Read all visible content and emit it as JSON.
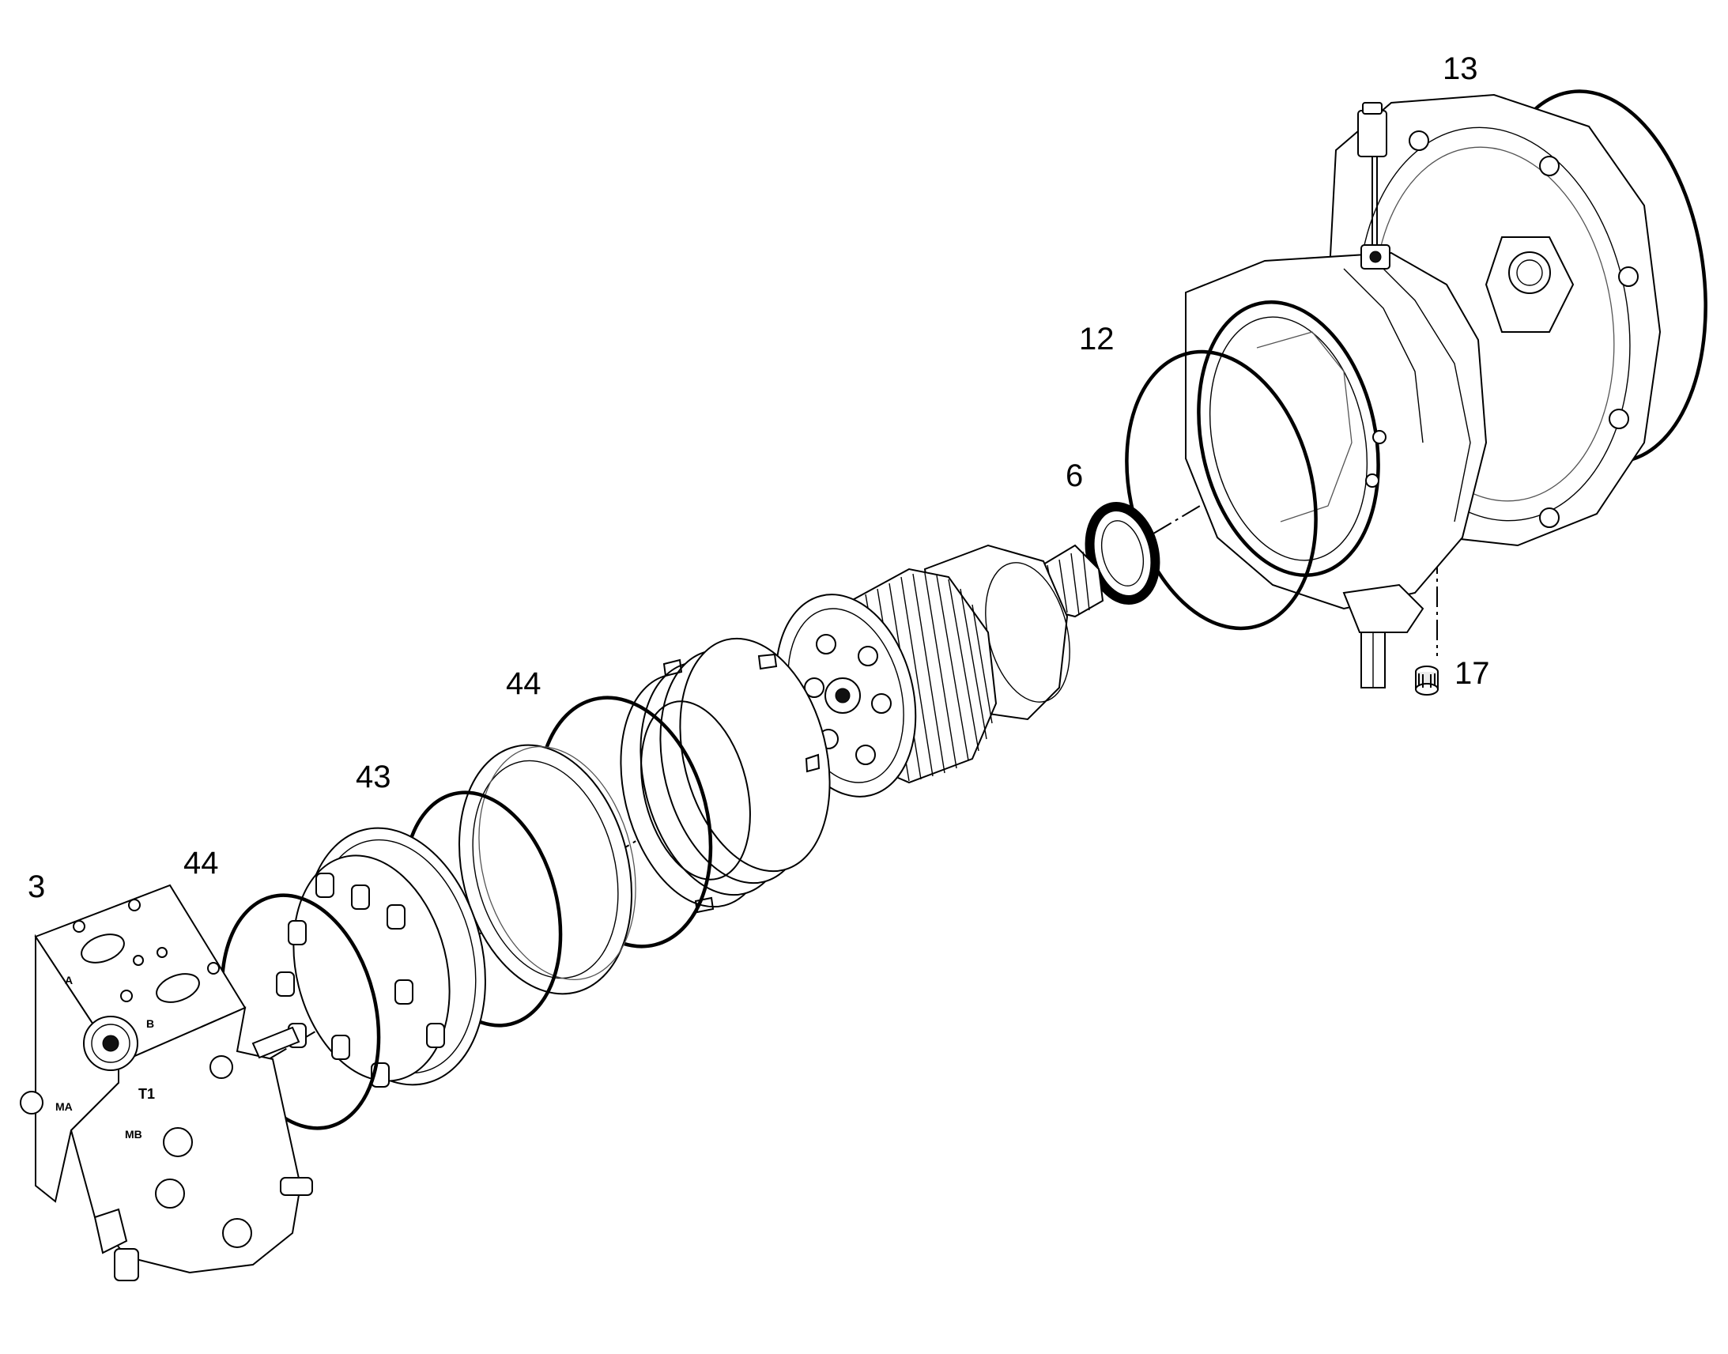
{
  "callouts": {
    "c3": "3",
    "c44_left": "44",
    "c43": "43",
    "c44_mid": "44",
    "c6": "6",
    "c12": "12",
    "c13": "13",
    "c17": "17"
  },
  "port_marks": {
    "a": "A",
    "b": "B",
    "t1": "T1",
    "ma": "MA",
    "mb": "MB"
  }
}
